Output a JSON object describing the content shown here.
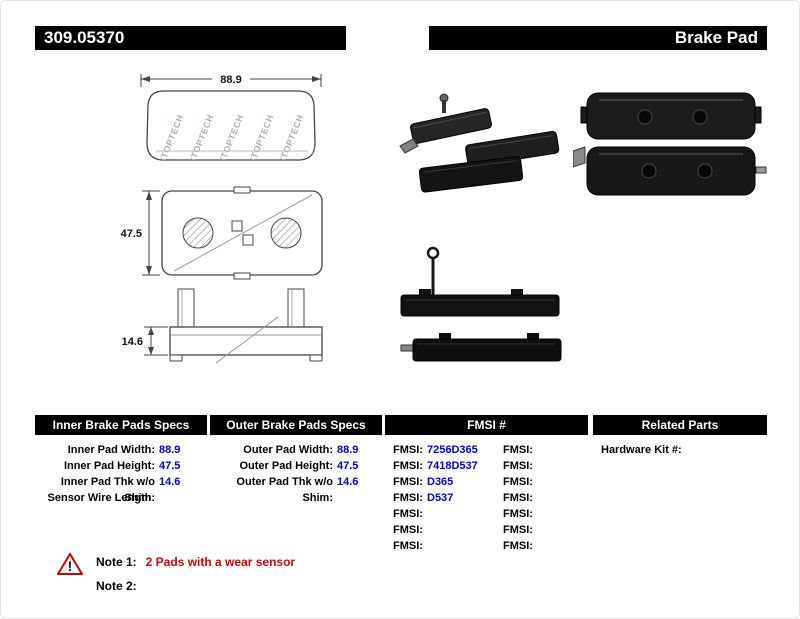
{
  "header": {
    "part_number": "309.05370",
    "product_name": "Brake Pad"
  },
  "drawings": {
    "watermark": "STOPTECH",
    "width_dim": "88.9",
    "height_dim": "47.5",
    "thickness_dim": "14.6"
  },
  "specs": {
    "inner": {
      "title": "Inner Brake Pads Specs",
      "rows": [
        {
          "label": "Inner Pad Width:",
          "value": "88.9"
        },
        {
          "label": "Inner Pad Height:",
          "value": "47.5"
        },
        {
          "label": "Inner Pad Thk w/o Shim:",
          "value": "14.6"
        },
        {
          "label": "Sensor Wire Length:",
          "value": ""
        }
      ]
    },
    "outer": {
      "title": "Outer Brake Pads Specs",
      "rows": [
        {
          "label": "Outer Pad Width:",
          "value": "88.9"
        },
        {
          "label": "Outer Pad Height:",
          "value": "47.5"
        },
        {
          "label": "Outer Pad Thk w/o Shim:",
          "value": "14.6"
        }
      ]
    },
    "fmsi": {
      "title": "FMSI #",
      "left_rows": [
        {
          "label": "FMSI:",
          "value": "7256D365"
        },
        {
          "label": "FMSI:",
          "value": "7418D537"
        },
        {
          "label": "FMSI:",
          "value": "D365"
        },
        {
          "label": "FMSI:",
          "value": "D537"
        },
        {
          "label": "FMSI:",
          "value": ""
        },
        {
          "label": "FMSI:",
          "value": ""
        },
        {
          "label": "FMSI:",
          "value": ""
        }
      ],
      "right_rows": [
        {
          "label": "FMSI:",
          "value": ""
        },
        {
          "label": "FMSI:",
          "value": ""
        },
        {
          "label": "FMSI:",
          "value": ""
        },
        {
          "label": "FMSI:",
          "value": ""
        },
        {
          "label": "FMSI:",
          "value": ""
        },
        {
          "label": "FMSI:",
          "value": ""
        },
        {
          "label": "FMSI:",
          "value": ""
        }
      ]
    },
    "related": {
      "title": "Related Parts",
      "rows": [
        {
          "label": "Hardware Kit #:",
          "value": ""
        }
      ]
    }
  },
  "notes": {
    "icon_mark": "!",
    "items": [
      {
        "label": "Note 1:",
        "value": "2 Pads with a wear sensor"
      },
      {
        "label": "Note 2:",
        "value": ""
      }
    ]
  }
}
